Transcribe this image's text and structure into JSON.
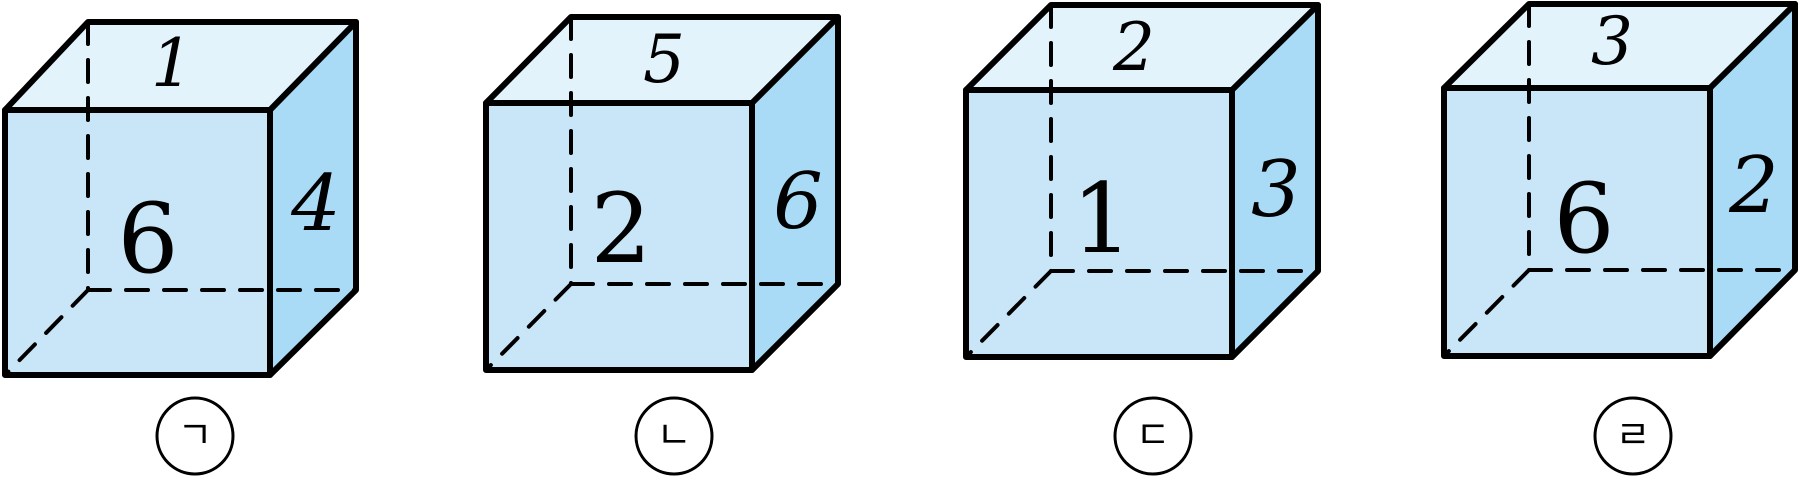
{
  "cubes": [
    {
      "top": "1",
      "front": "6",
      "right": "4",
      "label": "ㄱ"
    },
    {
      "top": "5",
      "front": "2",
      "right": "6",
      "label": "ㄴ"
    },
    {
      "top": "2",
      "front": "1",
      "right": "3",
      "label": "ㄷ"
    },
    {
      "top": "3",
      "front": "6",
      "right": "2",
      "label": "ㄹ"
    }
  ],
  "colors": {
    "front_face": "#c9e6f8",
    "top_face": "#e3f3fc",
    "right_face": "#a9dbf6",
    "edge": "#000000"
  }
}
